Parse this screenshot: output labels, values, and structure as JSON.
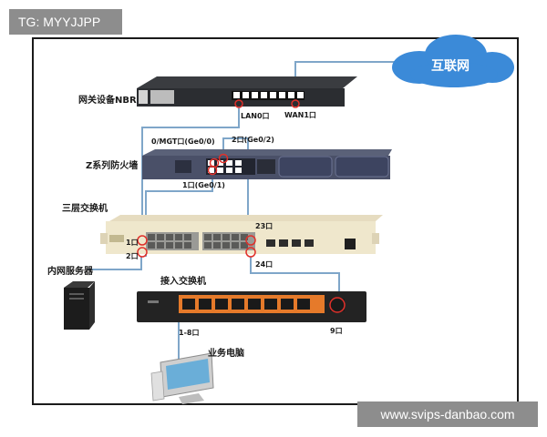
{
  "header": {
    "tg_label": "TG: MYYJJPP"
  },
  "watermark": {
    "text": "www.svips-danbao.com"
  },
  "cloud": {
    "label": "互联网"
  },
  "devices": {
    "gateway": {
      "label": "网关设备NBR"
    },
    "firewall": {
      "label": "Z系列防火墙"
    },
    "core_switch": {
      "label": "三层交换机"
    },
    "server": {
      "label": "内网服务器"
    },
    "access_switch": {
      "label": "接入交换机"
    },
    "pc": {
      "label": "业务电脑"
    }
  },
  "ports": {
    "lan0": "LAN0口",
    "wan1": "WAN1口",
    "mgt": "0/MGT口(Ge0/0)",
    "p2_ge02": "2口(Ge0/2)",
    "p1_ge01": "1口(Ge0/1)",
    "p1": "1口",
    "p2": "2口",
    "p23": "23口",
    "p24": "24口",
    "p1_8": "1-8口",
    "p9": "9口"
  },
  "colors": {
    "frame": "#1a1a1a",
    "cloud": "#3b8ad8",
    "cable": "#7fa6c9",
    "highlight": "#e0302a",
    "watermark_bg": "#8d8d8d"
  }
}
